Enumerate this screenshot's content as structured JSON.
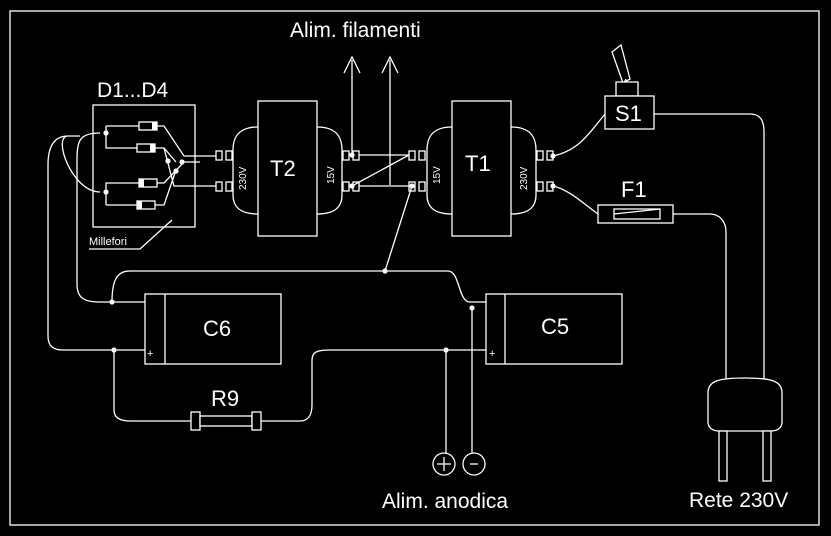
{
  "labels": {
    "filaments": "Alim. filamenti",
    "diodes": "D1...D4",
    "board": "Millefori",
    "t2": "T2",
    "t1": "T1",
    "t2_primary": "230V",
    "t2_secondary": "15V",
    "t1_secondary": "15V",
    "t1_primary": "230V",
    "s1": "S1",
    "f1": "F1",
    "c6": "C6",
    "c5": "C5",
    "r9": "R9",
    "plus": "+",
    "minus": "-",
    "anode_supply": "Alim. anodica",
    "mains": "Rete 230V"
  },
  "colors": {
    "background": "#000000",
    "lines": "#ffffff"
  }
}
